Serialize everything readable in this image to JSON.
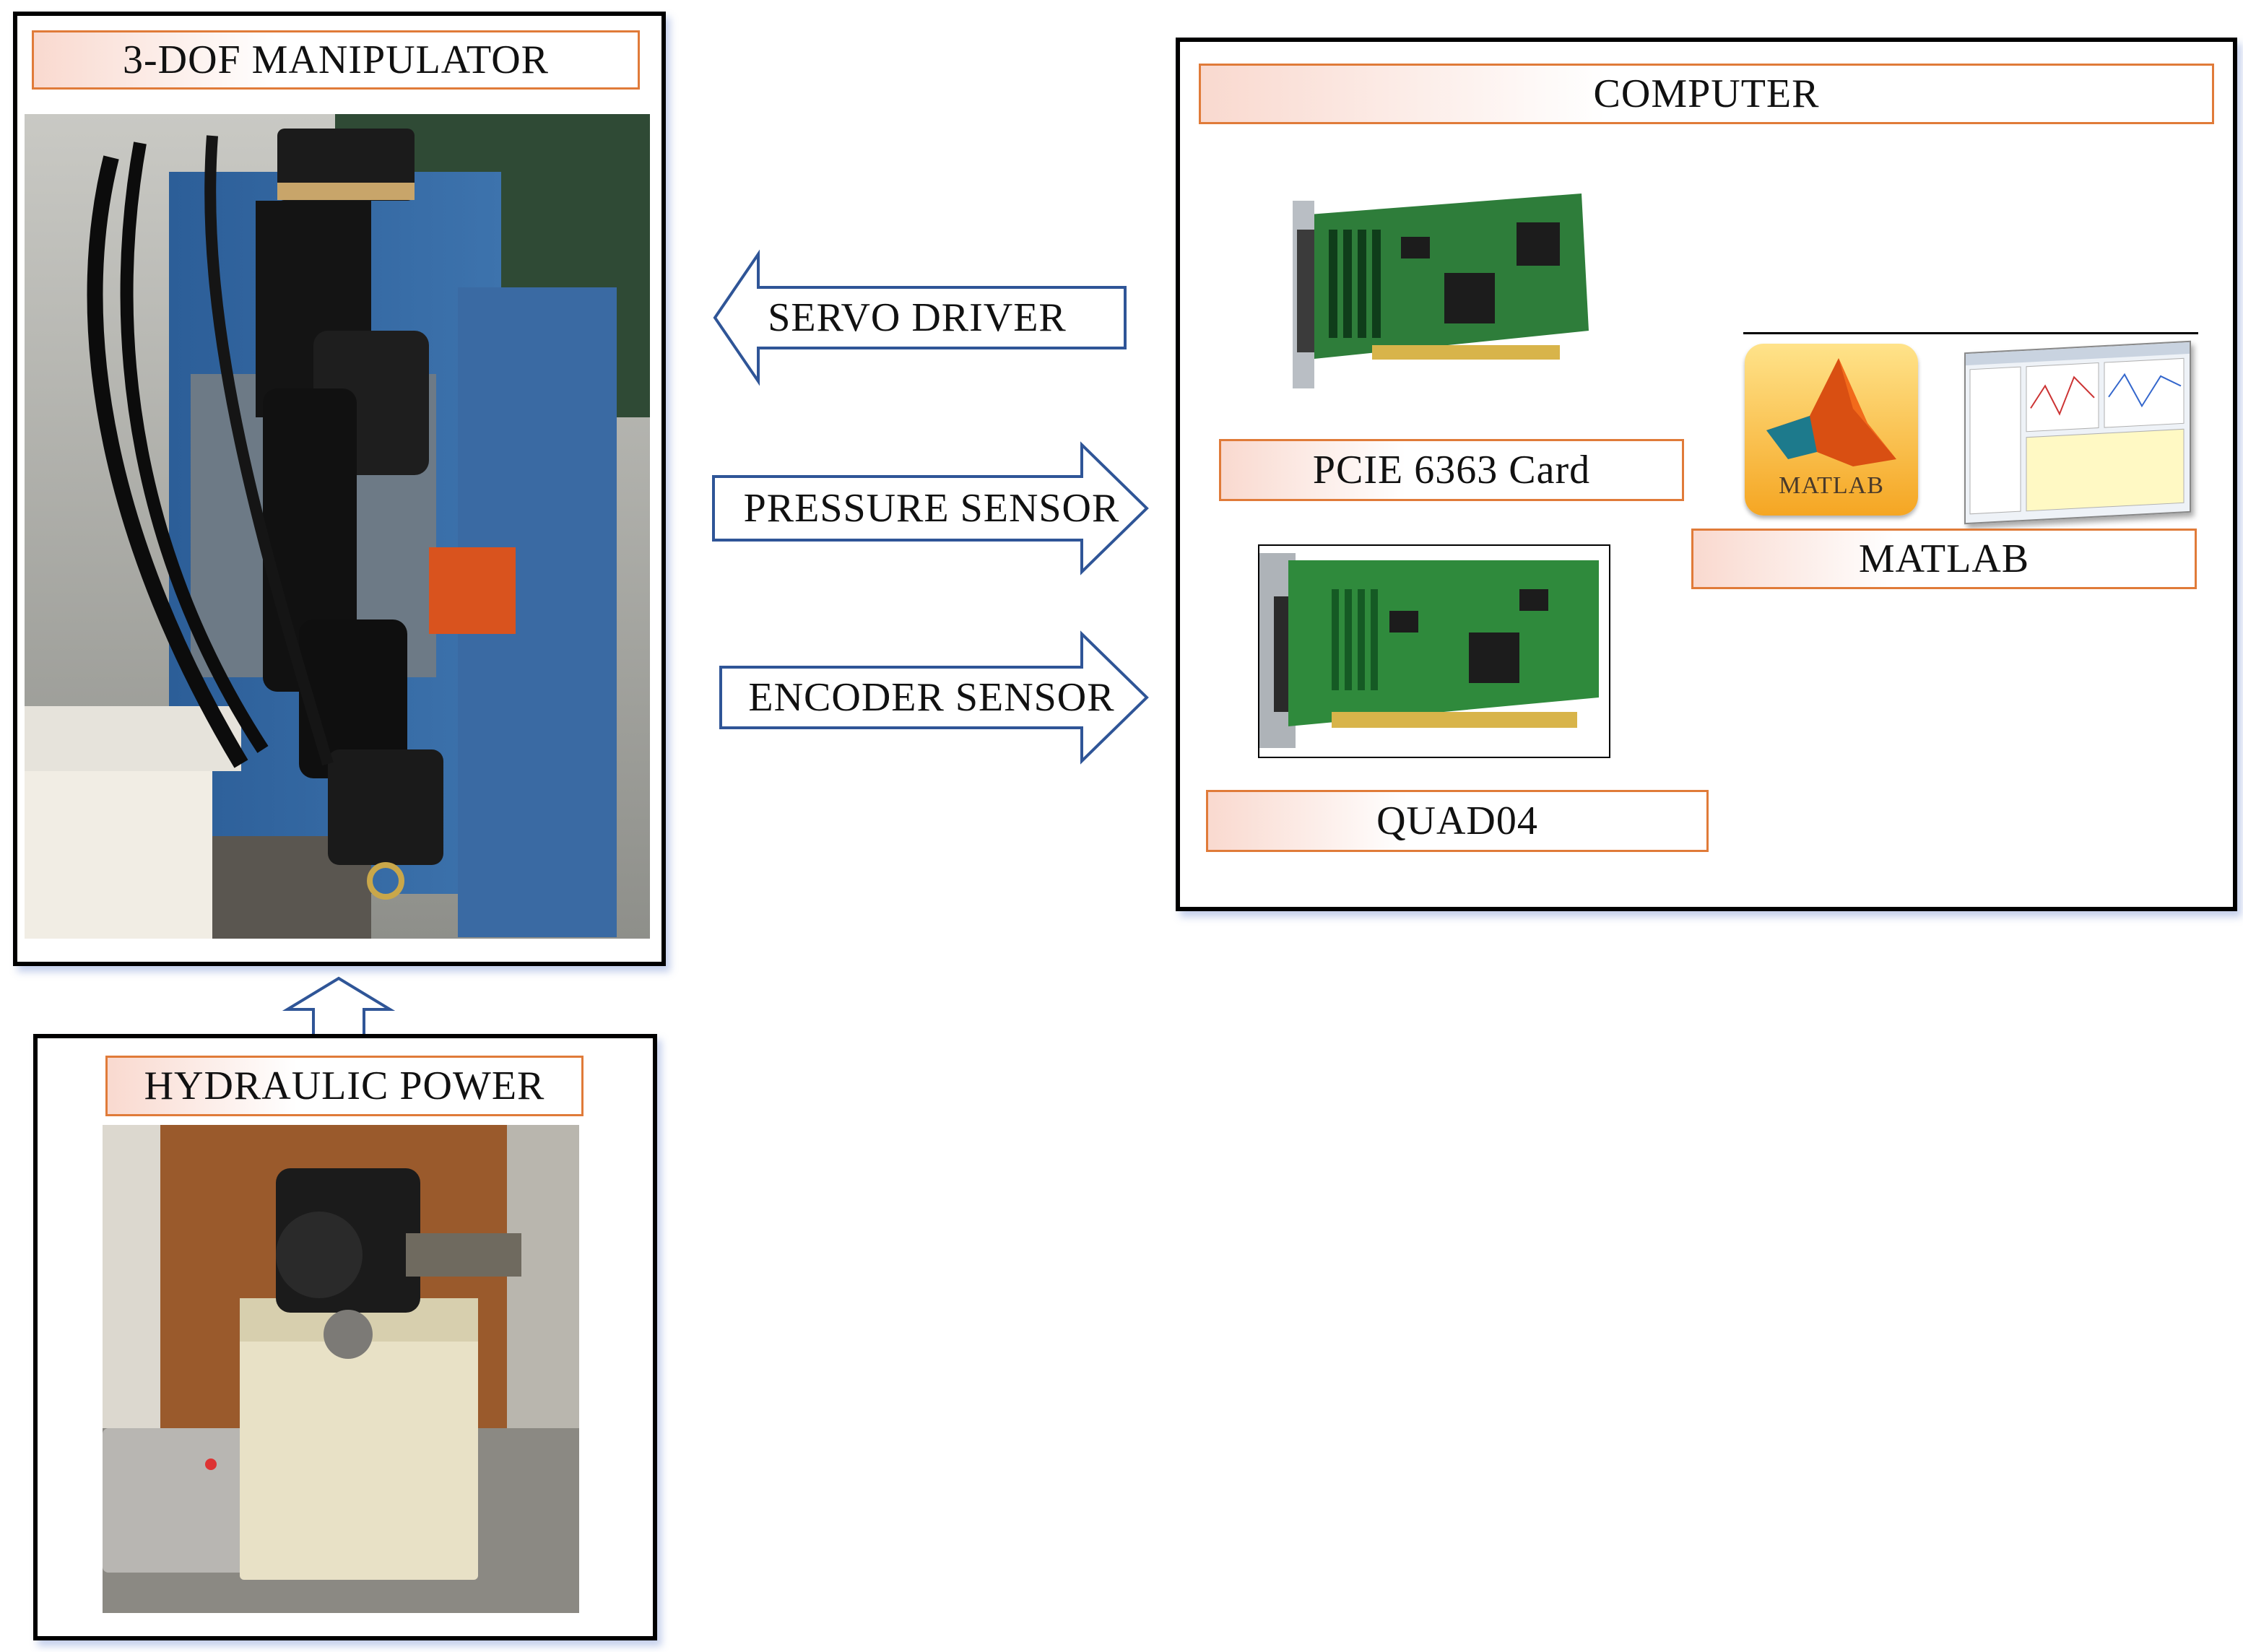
{
  "manipulator": {
    "label": "3-DOF MANIPULATOR"
  },
  "hydraulic": {
    "label": "HYDRAULIC POWER"
  },
  "computer": {
    "label": "COMPUTER",
    "pcie_label": "PCIE 6363 Card",
    "quad_label": "QUAD04",
    "matlab_label": "MATLAB",
    "matlab_logo_text": "MATLAB"
  },
  "signals": {
    "servo": "SERVO DRIVER",
    "pressure": "PRESSURE SENSOR",
    "encoder": "ENCODER SENSOR"
  },
  "colors": {
    "label_border": "#e07b39",
    "arrow_stroke": "#2f5597",
    "panel_border": "#000000",
    "pcb_green": "#2e7d3a",
    "matlab_orange": "#f5a623"
  }
}
